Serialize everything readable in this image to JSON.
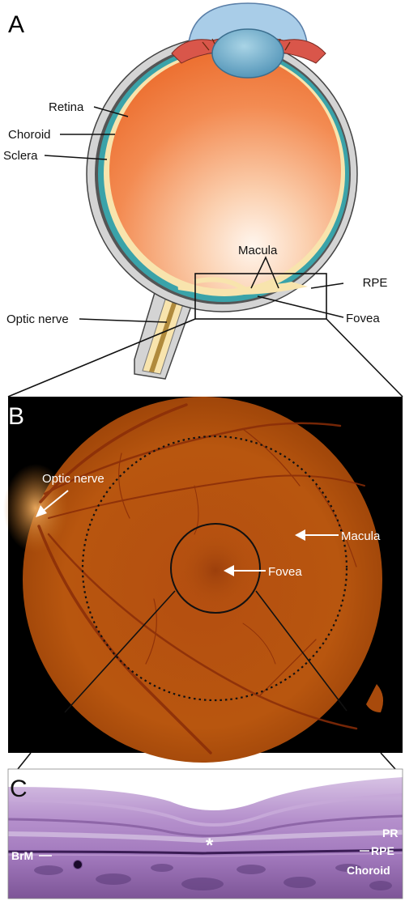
{
  "panels": {
    "a": {
      "letter": "A",
      "labels": {
        "retina": "Retina",
        "choroid": "Choroid",
        "sclera": "Sclera",
        "macula": "Macula",
        "rpe": "RPE",
        "optic_nerve": "Optic nerve",
        "fovea": "Fovea"
      }
    },
    "b": {
      "letter": "B",
      "labels": {
        "optic_nerve": "Optic nerve",
        "macula": "Macula",
        "fovea": "Fovea"
      }
    },
    "c": {
      "letter": "C",
      "labels": {
        "pr": "PR",
        "rpe": "RPE",
        "brm": "BrM",
        "choroid": "Choroid",
        "star": "*"
      }
    }
  },
  "colors": {
    "vitreous": "#f07a3c",
    "sclera": "#d4d4d4",
    "choroid": "#3aa3a9",
    "retina": "#f8e4ad",
    "fundus": "#b3530f",
    "histology": "#a878c2"
  }
}
